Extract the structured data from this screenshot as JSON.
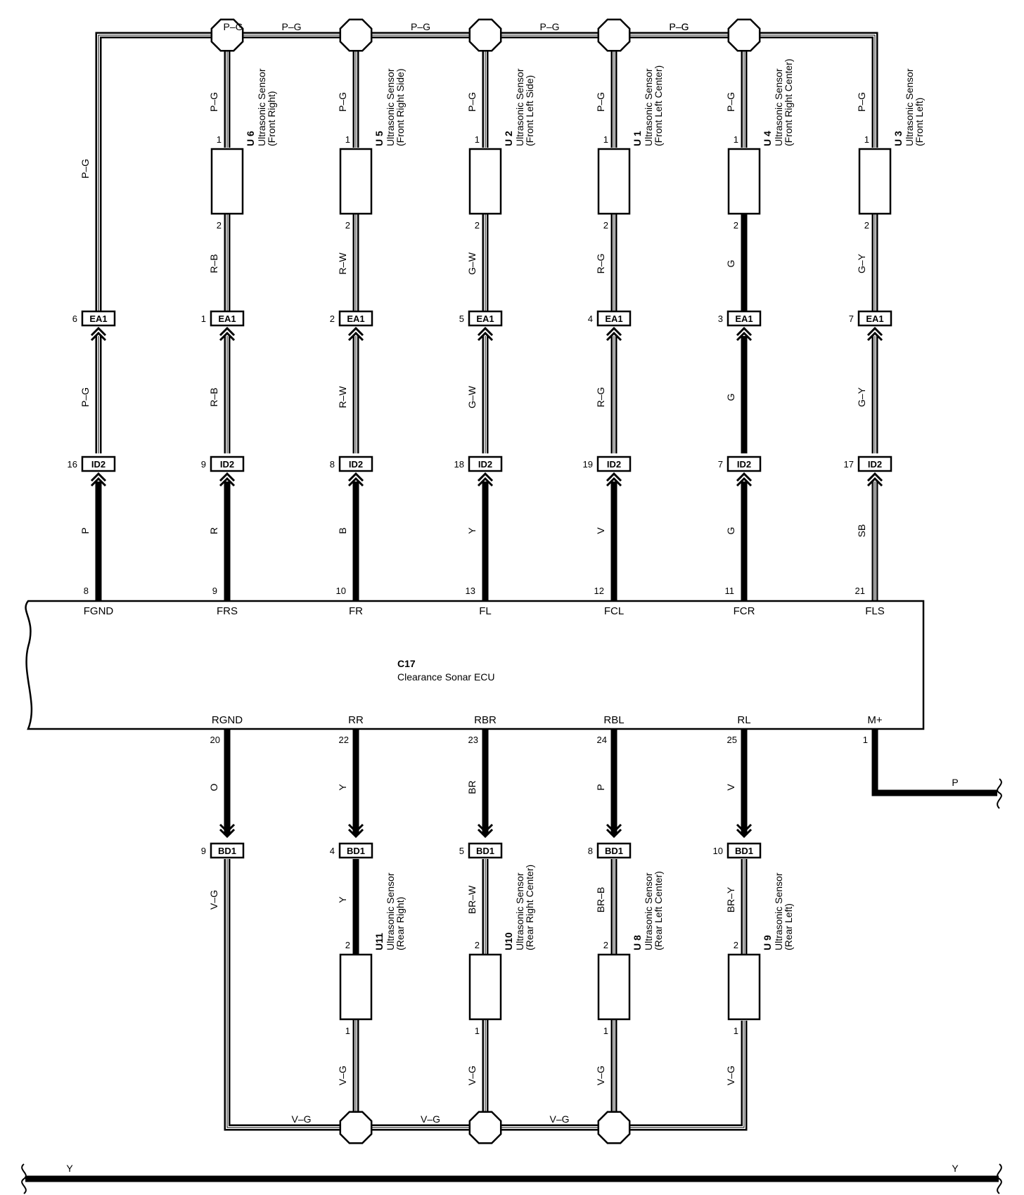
{
  "ecu": {
    "id": "C17",
    "name": "Clearance Sonar ECU"
  },
  "colors": {
    "wire": "#000000",
    "paper": "#ffffff",
    "sb_wire": "#9a9a9a"
  },
  "top_bus": {
    "label": "P–G"
  },
  "bottom_bus": {
    "label": "V–G"
  },
  "front": [
    {
      "term": "FGND",
      "pin": "8",
      "wire": "P",
      "id2": "16",
      "ea1": "6",
      "upper": "P–G",
      "ground": true
    },
    {
      "term": "FRS",
      "pin": "9",
      "wire": "R",
      "id2": "9",
      "ea1": "1",
      "upper": "R–B",
      "code": "U 6",
      "name": "Ultrasonic Sensor",
      "pos": "(Front Right)"
    },
    {
      "term": "FR",
      "pin": "10",
      "wire": "B",
      "id2": "8",
      "ea1": "2",
      "upper": "R–W",
      "code": "U 5",
      "name": "Ultrasonic Sensor",
      "pos": "(Front Right Side)"
    },
    {
      "term": "FL",
      "pin": "13",
      "wire": "Y",
      "id2": "18",
      "ea1": "5",
      "upper": "G–W",
      "code": "U 2",
      "name": "Ultrasonic Sensor",
      "pos": "(Front Left Side)"
    },
    {
      "term": "FCL",
      "pin": "12",
      "wire": "V",
      "id2": "19",
      "ea1": "4",
      "upper": "R–G",
      "code": "U 1",
      "name": "Ultrasonic Sensor",
      "pos": "(Front Left Center)"
    },
    {
      "term": "FCR",
      "pin": "11",
      "wire": "G",
      "id2": "7",
      "ea1": "3",
      "upper": "G",
      "code": "U 4",
      "name": "Ultrasonic Sensor",
      "pos": "(Front Right Center)"
    },
    {
      "term": "FLS",
      "pin": "21",
      "wire": "SB",
      "id2": "17",
      "ea1": "7",
      "upper": "G–Y",
      "code": "U 3",
      "name": "Ultrasonic Sensor",
      "pos": "(Front Left)"
    }
  ],
  "rear": [
    {
      "term": "RGND",
      "pin": "20",
      "wire": "O",
      "bd1": "9",
      "lower": "V–G",
      "ground": true
    },
    {
      "term": "RR",
      "pin": "22",
      "wire": "Y",
      "bd1": "4",
      "lower": "Y",
      "code": "U11",
      "name": "Ultrasonic Sensor",
      "pos": "(Rear Right)"
    },
    {
      "term": "RBR",
      "pin": "23",
      "wire": "BR",
      "bd1": "5",
      "lower": "BR–W",
      "code": "U10",
      "name": "Ultrasonic Sensor",
      "pos": "(Rear Right Center)"
    },
    {
      "term": "RBL",
      "pin": "24",
      "wire": "P",
      "bd1": "8",
      "lower": "BR–B",
      "code": "U 8",
      "name": "Ultrasonic Sensor",
      "pos": "(Rear Left Center)"
    },
    {
      "term": "RL",
      "pin": "25",
      "wire": "V",
      "bd1": "10",
      "lower": "BR–Y",
      "code": "U 9",
      "name": "Ultrasonic Sensor",
      "pos": "(Rear Left)"
    }
  ],
  "sensor_pins": {
    "a": "1",
    "b": "2"
  },
  "mplus": {
    "term": "M+",
    "pin": "1",
    "wire": "P"
  },
  "ground_bus": {
    "left": "Y",
    "right": "Y"
  },
  "connectors": {
    "ea1": "EA1",
    "id2": "ID2",
    "bd1": "BD1"
  }
}
